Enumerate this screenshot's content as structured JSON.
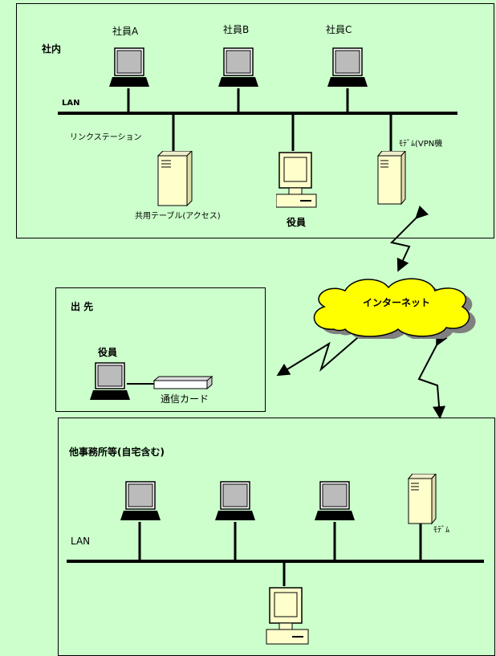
{
  "office": {
    "title": "社内",
    "lan_label": "LAN",
    "link_station_label": "リンクステーション",
    "employees": [
      "社員A",
      "社員B",
      "社員C"
    ],
    "shared_table_label": "共用テーブル(アクセス)",
    "executive_label": "役員",
    "modem_vpn_label": "ﾓﾃﾞﾑ(VPN機"
  },
  "internet": {
    "label": "インターネット"
  },
  "remote": {
    "title": "出 先",
    "executive_label": "役員",
    "card_label": "通信カード"
  },
  "branch": {
    "title": "他事務所等(自宅含む)",
    "lan_label": "LAN",
    "modem_label": "ﾓﾃﾞﾑ"
  },
  "colors": {
    "background": "#ccffcc",
    "cloud": "#ffff00",
    "device": "#ffffcc"
  }
}
